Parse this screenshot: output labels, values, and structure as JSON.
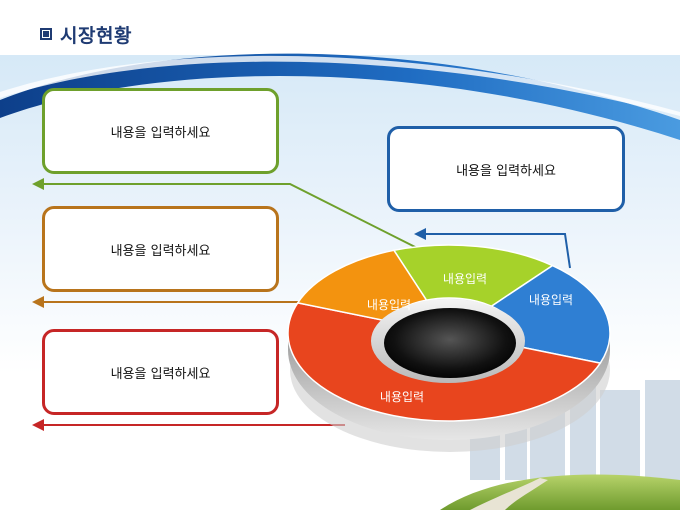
{
  "title": "시장현황",
  "boxes": [
    {
      "text": "내용을 입력하세요",
      "color": "#6ea02c"
    },
    {
      "text": "내용을 입력하세요",
      "color": "#b8741c"
    },
    {
      "text": "내용을 입력하세요",
      "color": "#c62626"
    },
    {
      "text": "내용을 입력하세요",
      "color": "#1f5fa8"
    }
  ],
  "segments": [
    {
      "label": "내용입력",
      "color": "#a6d22a"
    },
    {
      "label": "내용입력",
      "color": "#2f7fd3"
    },
    {
      "label": "내용입력",
      "color": "#e8451e"
    },
    {
      "label": "내용입력",
      "color": "#f3930f"
    }
  ]
}
